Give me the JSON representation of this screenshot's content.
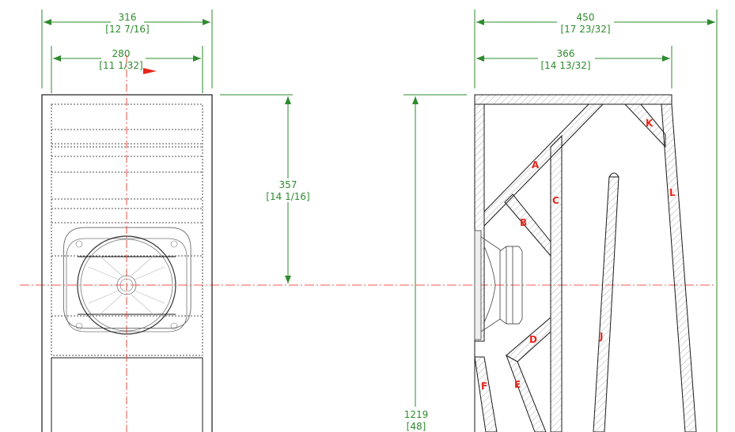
{
  "dimensions": {
    "front_outer_width": {
      "mm": "316",
      "inch": "[12 7/16]"
    },
    "front_inner_width": {
      "mm": "280",
      "inch": "[11 1/32]"
    },
    "driver_center_height": {
      "mm": "357",
      "inch": "[14 1/16]"
    },
    "side_depth_total": {
      "mm": "450",
      "inch": "[17 23/32]"
    },
    "side_depth_top": {
      "mm": "366",
      "inch": "[14 13/32]"
    },
    "total_height": {
      "mm": "1219",
      "inch": "[48]"
    }
  },
  "panel_labels": [
    "A",
    "B",
    "C",
    "D",
    "E",
    "F",
    "J",
    "K",
    "L"
  ],
  "colors": {
    "dimension": "#2e8b2e",
    "centerline": "#e8261a",
    "outline": "#1a1a1a",
    "hatch": "#9a9a9a",
    "driver": "#777777"
  }
}
